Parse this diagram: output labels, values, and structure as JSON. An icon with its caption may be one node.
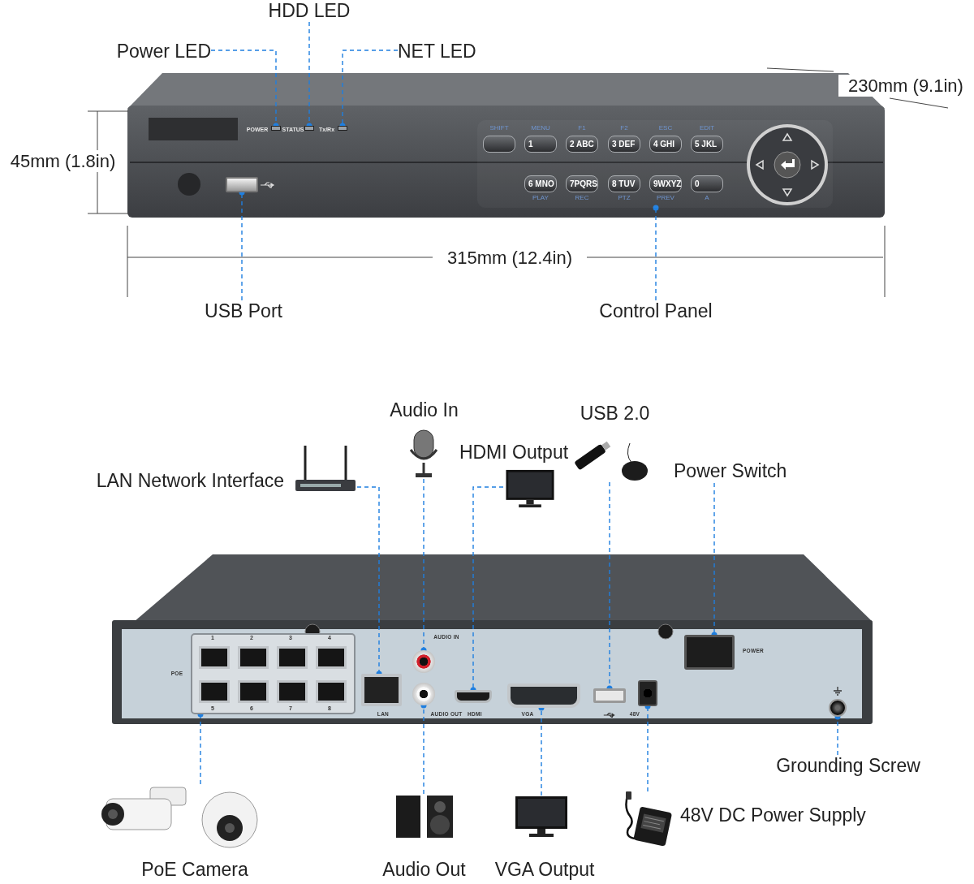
{
  "diagram": {
    "nodes": [
      {
        "text": [
          "Power LED"
        ]
      },
      {
        "text": [
          "HDD LED"
        ]
      },
      {
        "text": [
          "NET LED"
        ]
      },
      {
        "text": [],
        "shape": "bar"
      },
      {
        "text": [],
        "shape": "bar"
      },
      {
        "text": [],
        "shape": "bar"
      },
      {
        "text": [],
        "shape": "box"
      },
      {
        "text": [],
        "shape": "box"
      },
      {
        "text": [
          "USB Port"
        ]
      },
      {
        "text": [
          "Control Panel"
        ]
      },
      {
        "text": [],
        "shape": "picture",
        "beside": [
          "LAN Network Interface"
        ]
      },
      {
        "text": [],
        "shape": "picture",
        "beside": [
          "Audio In"
        ]
      },
      {
        "text": [],
        "shape": "picture",
        "beside": [
          "HDMI Output"
        ]
      },
      {
        "text": [],
        "shape": "picture",
        "beside": [
          "USB 2.0"
        ]
      },
      {
        "text": [
          "Power Switch"
        ]
      },
      {
        "text": [],
        "shape": "box"
      },
      {
        "text": [],
        "shape": "box"
      },
      {
        "text": [],
        "shape": "circle"
      },
      {
        "text": [],
        "shape": "circle"
      },
      {
        "text": [],
        "shape": "box"
      },
      {
        "text": [],
        "shape": "box"
      },
      {
        "text": [],
        "shape": "box"
      },
      {
        "text": [],
        "shape": "box"
      },
      {
        "text": [],
        "shape": "box"
      },
      {
        "text": [],
        "shape": "circle"
      },
      {
        "text": [],
        "shape": "picture",
        "beside": [
          "PoE Camera"
        ]
      },
      {
        "text": [],
        "shape": "picture",
        "beside": [
          "Audio Out"
        ]
      },
      {
        "text": [],
        "shape": "picture",
        "beside": [
          "VGA Output"
        ]
      },
      {
        "text": [],
        "shape": "picture",
        "beside": [
          "48V DC Power Supply"
        ]
      },
      {
        "text": [
          "Grounding Screw"
        ]
      }
    ],
    "edges": [
      {
        "from": 0,
        "to": 3,
        "arrow": "other",
        "style": "dashed"
      },
      {
        "from": 1,
        "to": 4,
        "arrow": "other",
        "style": "dashed"
      },
      {
        "from": 2,
        "to": 5,
        "arrow": "other",
        "style": "dashed"
      },
      {
        "from": 8,
        "to": 6,
        "arrow": "other",
        "style": "dashed"
      },
      {
        "from": 9,
        "to": 7,
        "arrow": "other",
        "style": "dashed"
      },
      {
        "from": 10,
        "to": 16,
        "arrow": "other",
        "style": "dashed"
      },
      {
        "from": 11,
        "to": 17,
        "arrow": "other",
        "style": "dashed"
      },
      {
        "from": 12,
        "to": 19,
        "arrow": "other",
        "style": "dashed"
      },
      {
        "from": 13,
        "to": 21,
        "arrow": "other",
        "style": "dashed"
      },
      {
        "from": 14,
        "to": 23,
        "arrow": "other",
        "style": "dashed"
      },
      {
        "from": 25,
        "to": 15,
        "arrow": "other",
        "style": "dashed"
      },
      {
        "from": 26,
        "to": 18,
        "arrow": "other",
        "style": "dashed"
      },
      {
        "from": 27,
        "to": 20,
        "arrow": "other",
        "style": "dashed"
      },
      {
        "from": 28,
        "to": 22,
        "arrow": "other",
        "style": "dashed"
      },
      {
        "from": 29,
        "to": 24,
        "arrow": "other",
        "style": "dashed"
      }
    ],
    "labels": [
      "POWER",
      "STATUS",
      "Tx/Rx",
      "SHIFT",
      "MENU",
      "F1",
      "F2",
      "ESC",
      "EDIT",
      "1",
      "2 ABC",
      "3 DEF",
      "4 GHI",
      "5 JKL",
      "6 MNO",
      "7PQRS",
      "8 TUV",
      "9WXYZ",
      "0",
      "PLAY",
      "REC",
      "PTZ",
      "PREV",
      "A",
      "45mm (1.8in)",
      "230mm (9.1in)",
      "315mm (12.4in)",
      "1",
      "2",
      "3",
      "4",
      "POE",
      "AUDIO IN",
      "POWER",
      "5",
      "6",
      "7",
      "8",
      "LAN",
      "AUDIO OUT",
      "HDMI",
      "VGA",
      "48V"
    ]
  }
}
